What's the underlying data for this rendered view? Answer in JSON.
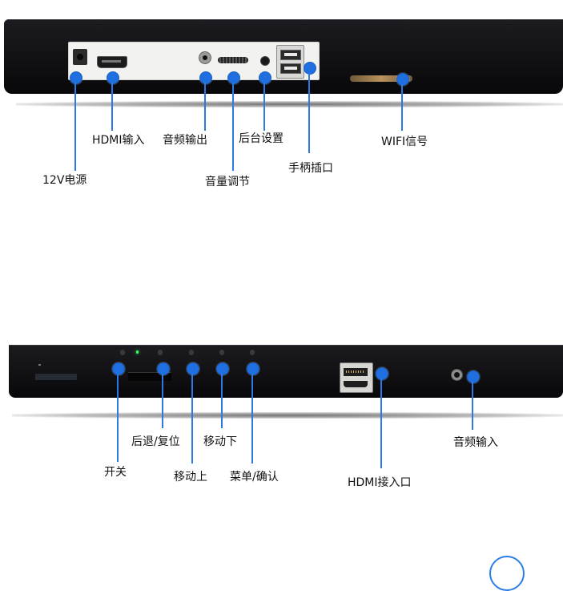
{
  "top_panel": {
    "labels": {
      "dc_power": "12V电源",
      "hdmi_in": "HDMI输入",
      "audio_out": "音频输出",
      "volume": "音量调节",
      "settings": "后台设置",
      "controller": "手柄插口",
      "wifi": "WIFI信号"
    }
  },
  "bottom_panel": {
    "labels": {
      "power_switch": "开关",
      "back_reset": "后退/复位",
      "move_up": "移动上",
      "move_down": "移动下",
      "menu_confirm": "菜单/确认",
      "hdmi_port": "HDMI接入口",
      "audio_in": "音频输入"
    }
  },
  "colors": {
    "marker": "#1f6fe0",
    "panel": "#111114",
    "text": "#111111"
  }
}
